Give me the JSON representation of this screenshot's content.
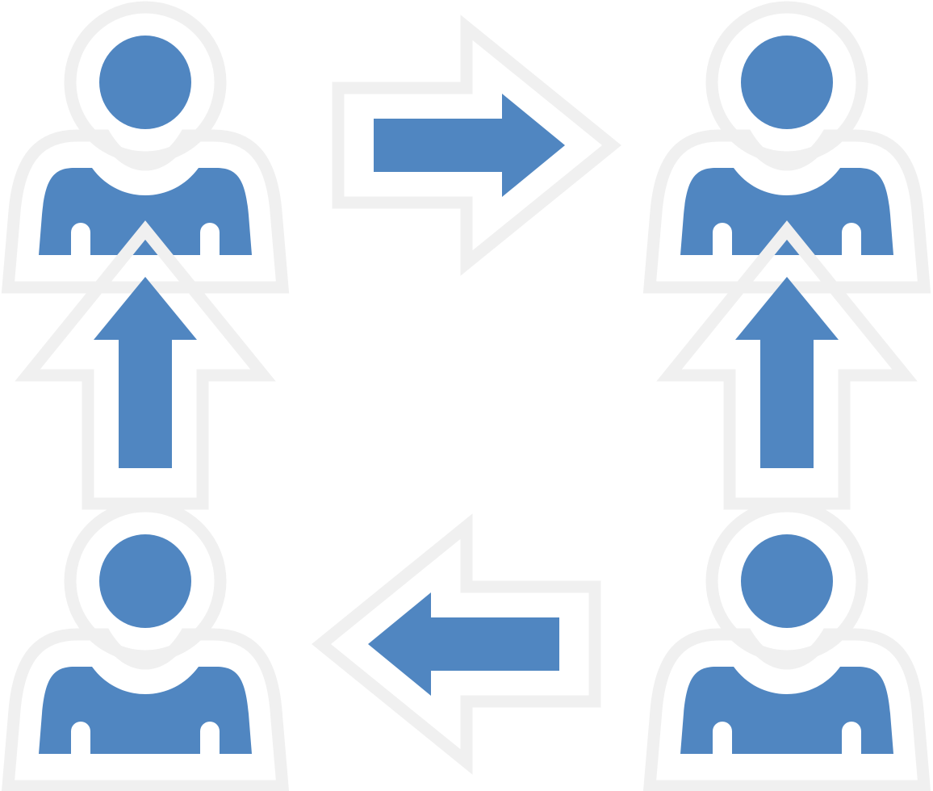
{
  "colors": {
    "fill": "#5086c1",
    "outline": "#f0f0f0",
    "background": "#ffffff"
  },
  "people": [
    {
      "id": "top-left",
      "icon": "person-icon"
    },
    {
      "id": "top-right",
      "icon": "person-icon"
    },
    {
      "id": "bottom-left",
      "icon": "person-icon"
    },
    {
      "id": "bottom-right",
      "icon": "person-icon"
    }
  ],
  "arrows": [
    {
      "id": "top",
      "direction": "right",
      "icon": "arrow-right-icon"
    },
    {
      "id": "left",
      "direction": "up",
      "icon": "arrow-up-icon"
    },
    {
      "id": "right",
      "direction": "up",
      "icon": "arrow-up-icon"
    },
    {
      "id": "bottom",
      "direction": "left",
      "icon": "arrow-left-icon"
    }
  ]
}
